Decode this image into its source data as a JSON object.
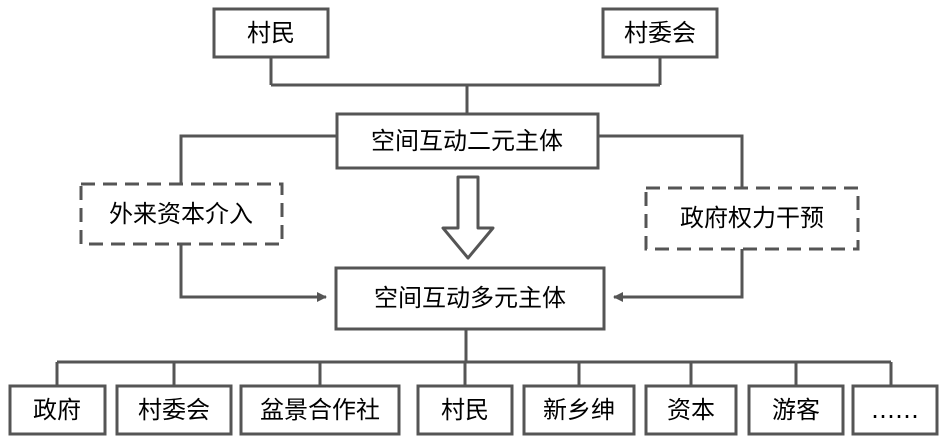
{
  "top_nodes": [
    "村民",
    "村委会"
  ],
  "middle_node": "空间互动二元主体",
  "side_nodes": {
    "left": "外来资本介入",
    "right": "政府权力干预"
  },
  "center_node": "空间互动多元主体",
  "bottom_nodes": [
    "政府",
    "村委会",
    "盆景合作社",
    "村民",
    "新乡绅",
    "资本",
    "游客",
    "……"
  ],
  "colors": {
    "stroke": "#555555",
    "text": "#000000",
    "background": "#ffffff"
  }
}
